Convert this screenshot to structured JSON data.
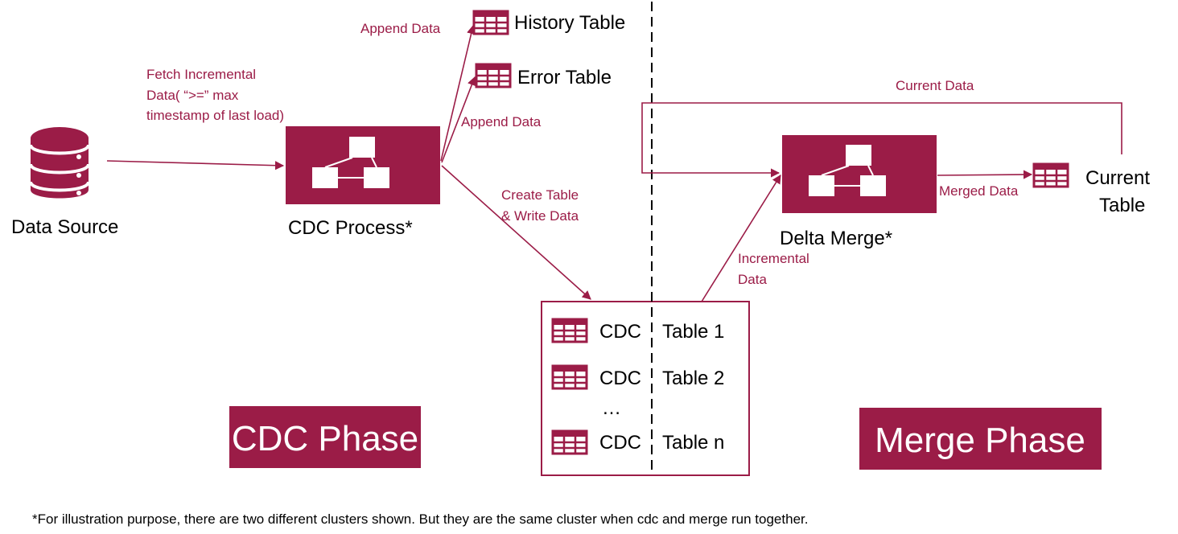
{
  "colors": {
    "accent": "#9b1c47",
    "text": "#000000",
    "background": "#ffffff"
  },
  "nodes": {
    "data_source": {
      "label": "Data Source",
      "icon": "database-icon"
    },
    "cdc_process": {
      "label": "CDC Process*",
      "icon": "process-node-icon"
    },
    "history_table": {
      "label": "History Table",
      "icon": "table-icon"
    },
    "error_table": {
      "label": "Error Table",
      "icon": "table-icon"
    },
    "delta_merge": {
      "label": "Delta Merge*",
      "icon": "process-node-icon"
    },
    "current_table": {
      "label_line1": "Current",
      "label_line2": "Table",
      "icon": "table-icon"
    },
    "cdc_tables": {
      "rows": [
        {
          "prefix": "CDC",
          "name": "Table 1"
        },
        {
          "prefix": "CDC",
          "name": "Table 2"
        },
        {
          "prefix": "CDC",
          "name": "Table n"
        }
      ],
      "ellipsis": "…"
    }
  },
  "edges": {
    "fetch": {
      "line1": "Fetch Incremental",
      "line2": "Data( “>=” max",
      "line3": "timestamp of last load)"
    },
    "append_history": "Append Data",
    "append_error": "Append Data",
    "create_write": {
      "line1": "Create Table",
      "line2": "& Write Data"
    },
    "incremental": {
      "line1": "Incremental",
      "line2": "Data"
    },
    "merged": "Merged Data",
    "current_data": "Current Data"
  },
  "phases": {
    "cdc": "CDC Phase",
    "merge": "Merge Phase"
  },
  "footnote": "*For illustration purpose, there are two different clusters shown. But they are the same cluster when cdc and merge run together."
}
